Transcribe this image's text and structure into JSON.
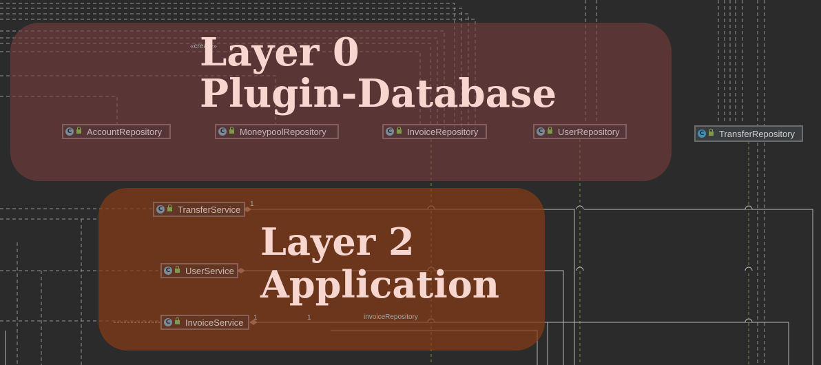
{
  "layers": [
    {
      "title_line1": "Layer 0",
      "title_line2": "Plugin-Database",
      "color": "#7a3c3c"
    },
    {
      "title_line1": "Layer 2",
      "title_line2": "Application",
      "color": "#843a16"
    }
  ],
  "classes": {
    "account_repository": "AccountRepository",
    "moneypool_repository": "MoneypoolRepository",
    "invoice_repository": "InvoiceRepository",
    "user_repository": "UserRepository",
    "transfer_repository": "TransferRepository",
    "transfer_service": "TransferService",
    "user_service": "UserService",
    "invoice_service": "InvoiceService"
  },
  "labels": {
    "create": "«create»",
    "mult_transfer": "1",
    "mult_invoice_1": "1",
    "mult_invoice_2": "1",
    "invoice_assoc": "invoiceRepository"
  },
  "icons": {
    "class_icon": "C",
    "visibility_icon": "lock"
  }
}
